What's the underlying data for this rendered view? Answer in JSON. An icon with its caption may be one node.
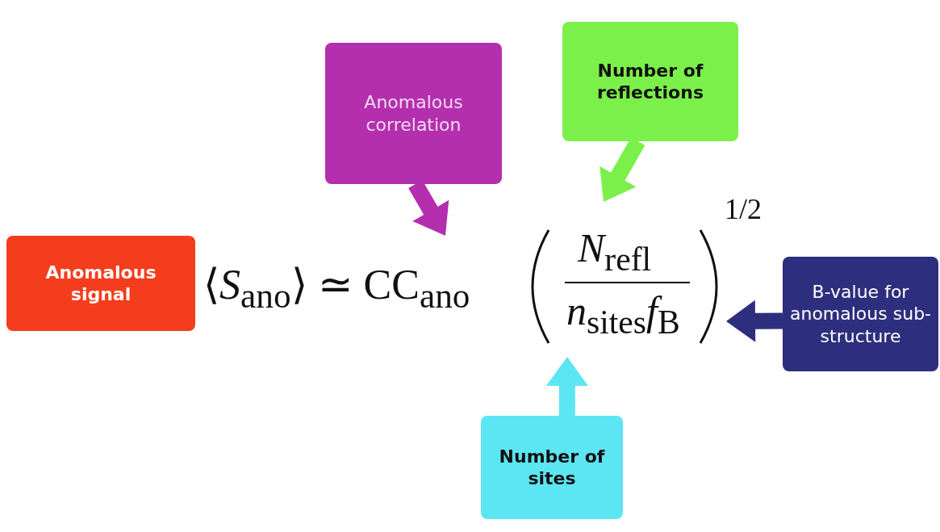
{
  "diagram": {
    "nodes": [
      {
        "text": [
          "Anomalous signal"
        ]
      },
      {
        "text": [
          "Anomalous correlation"
        ]
      },
      {
        "text": [
          "Number of reflections"
        ]
      },
      {
        "text": [
          "B-value for anomalous sub-structure"
        ]
      },
      {
        "text": [
          "Number of sites"
        ]
      }
    ],
    "edges": [
      {
        "from": 1,
        "to": null,
        "arrow": "to",
        "color": "#b42fae"
      },
      {
        "from": 2,
        "to": null,
        "arrow": "to",
        "color": "#7cf04a"
      },
      {
        "from": 3,
        "to": null,
        "arrow": "to",
        "color": "#2e2e7e"
      },
      {
        "from": 4,
        "to": null,
        "arrow": "to",
        "color": "#5ce6f4"
      }
    ],
    "labels": [
      "⟨*S*$_{ano}$⟩ ≃ CC$_{ano}$",
      "*N*$_{refl}$",
      "*n*$_{sites}$*f*$_{B}$",
      "1/2"
    ]
  }
}
